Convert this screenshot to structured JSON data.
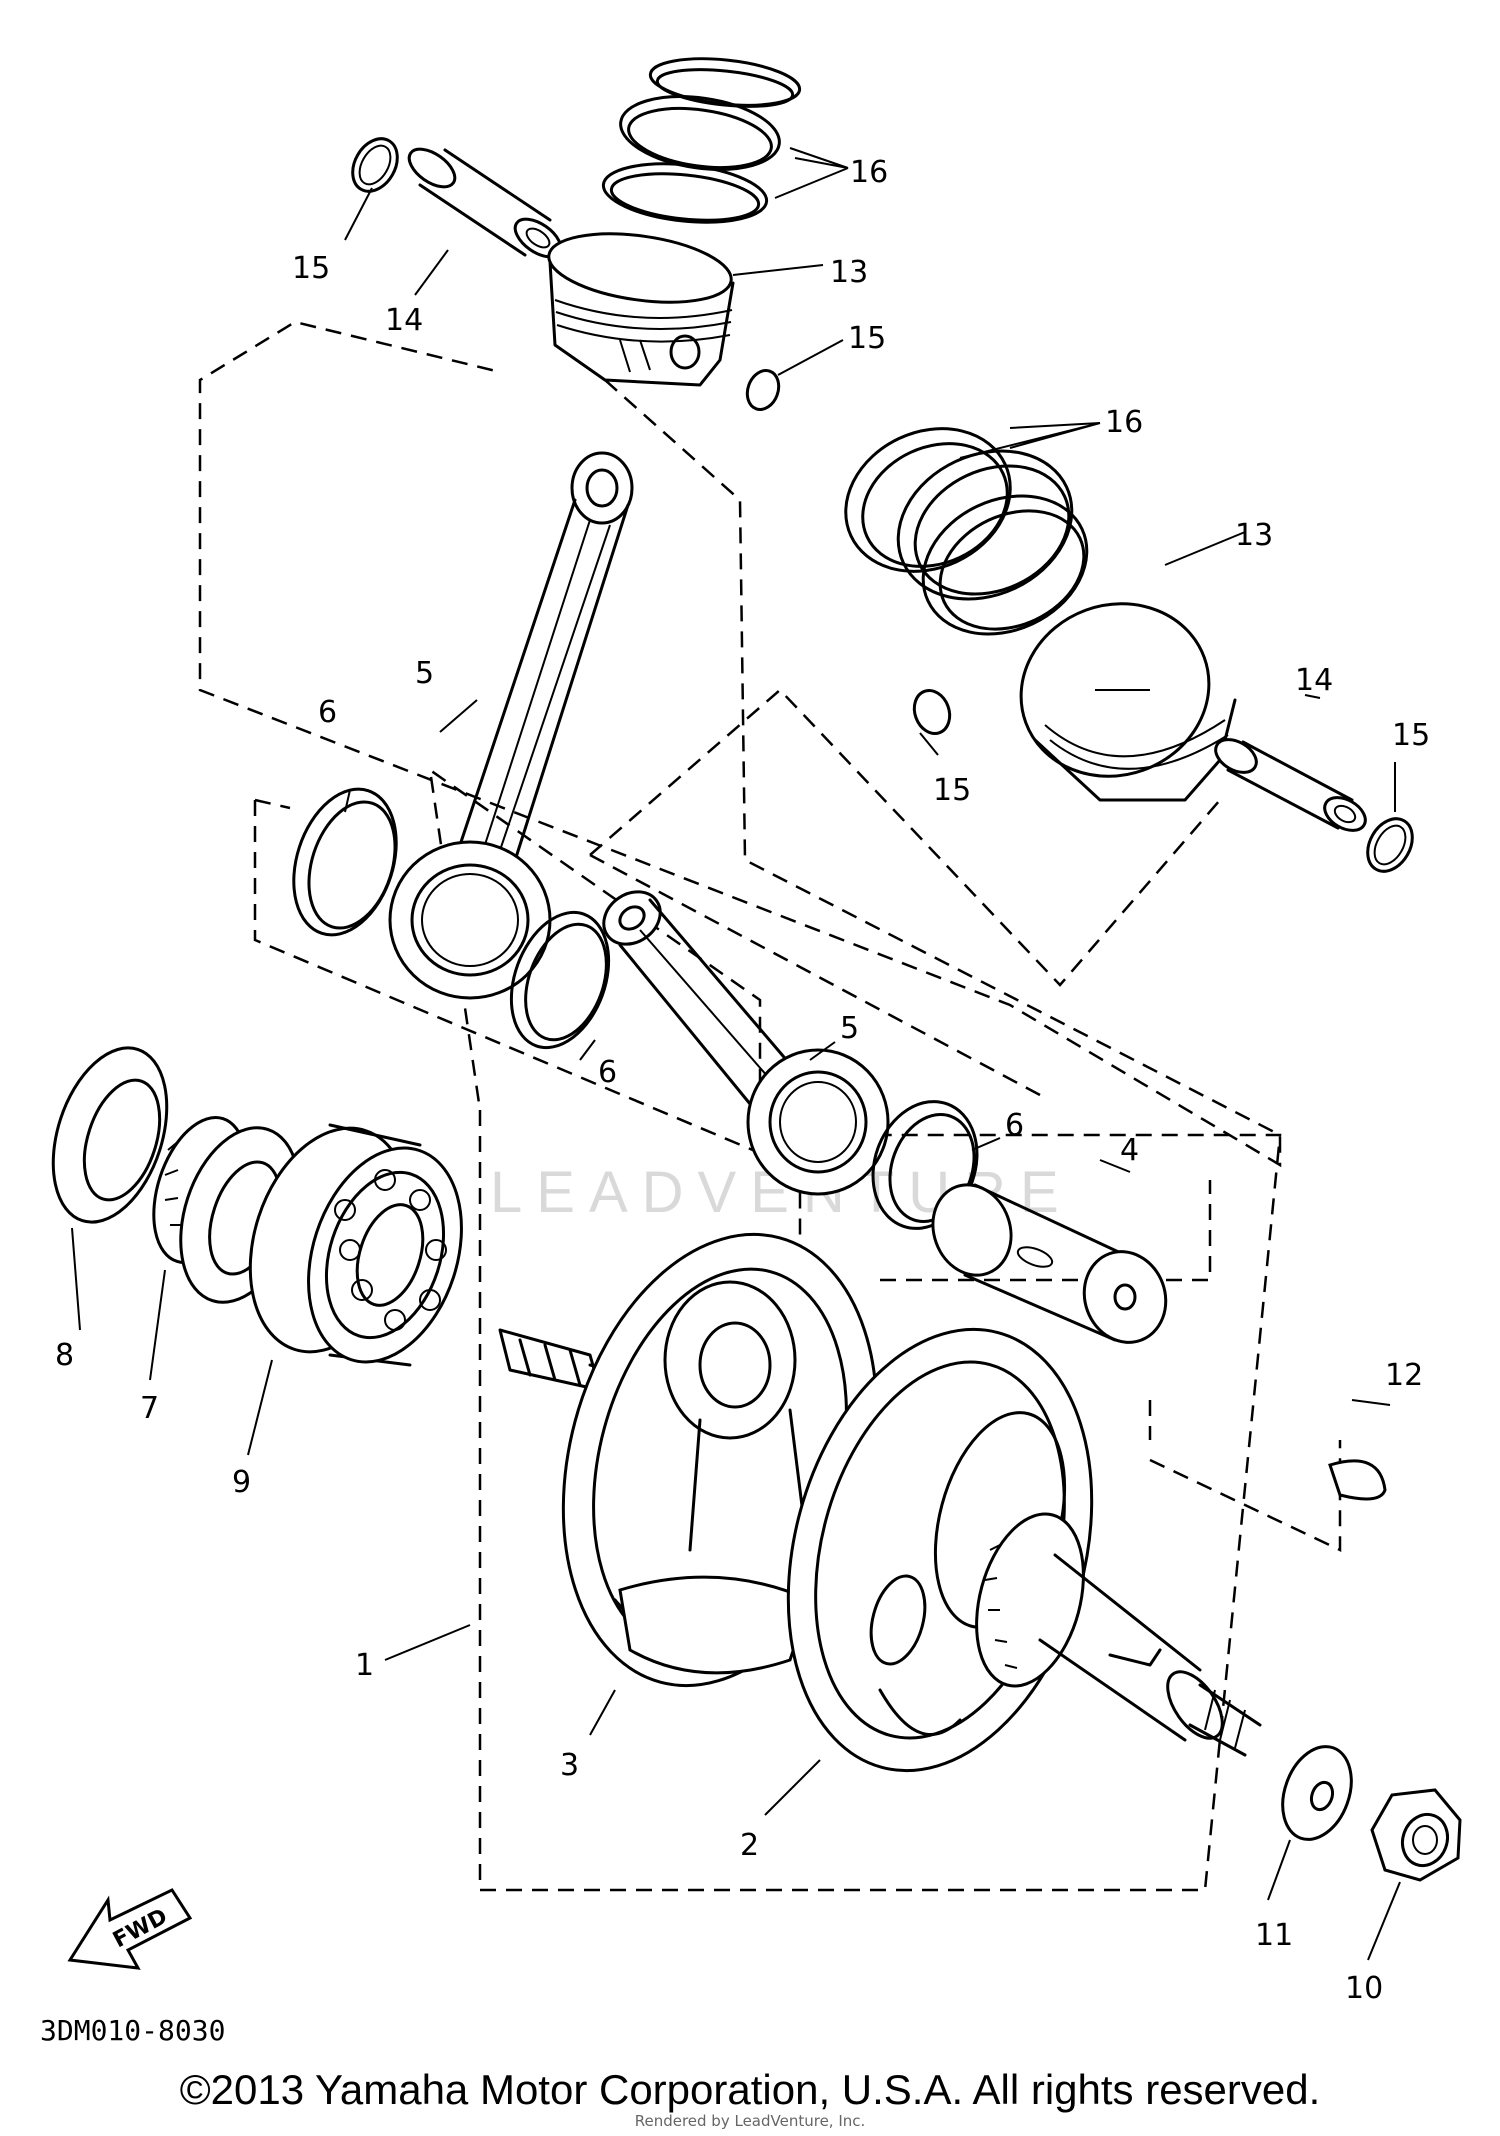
{
  "diagram_code": "3DM010-8030",
  "fwd_label": "FWD",
  "watermark": "LEADVENTURE",
  "copyright": "©2013 Yamaha Motor Corporation, U.S.A. All rights reserved.",
  "rendered_by": "Rendered by LeadVenture, Inc.",
  "callouts": {
    "c1": "1",
    "c2": "2",
    "c3": "3",
    "c4": "4",
    "c5a": "5",
    "c5b": "5",
    "c6a": "6",
    "c6b": "6",
    "c6c": "6",
    "c7": "7",
    "c8": "8",
    "c9": "9",
    "c10": "10",
    "c11": "11",
    "c12": "12",
    "c13a": "13",
    "c13b": "13",
    "c14a": "14",
    "c14b": "14",
    "c15a": "15",
    "c15b": "15",
    "c15c": "15",
    "c15d": "15",
    "c16a": "16",
    "c16b": "16"
  }
}
